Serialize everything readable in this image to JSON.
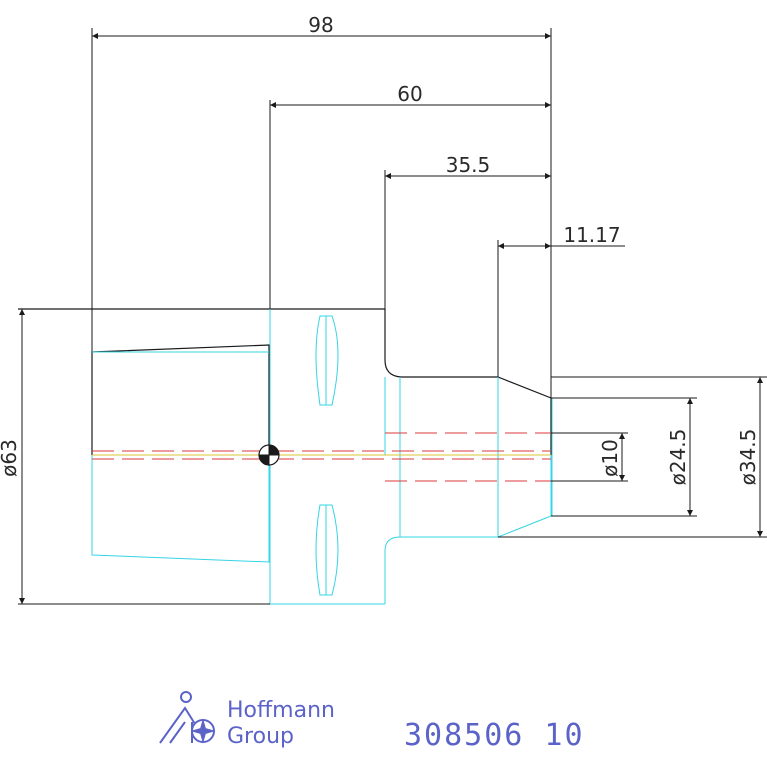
{
  "dimensions": {
    "overall_length": "98",
    "length_60": "60",
    "length_35_5": "35.5",
    "length_11_17": "11.17",
    "diameter_63": "ø63",
    "diameter_10": "ø10",
    "diameter_24_5": "ø24.5",
    "diameter_34_5": "ø34.5"
  },
  "brand": {
    "line1": "Hoffmann",
    "line2": "Group"
  },
  "part_number": "308506  10",
  "colors": {
    "outline": "#1a1a1a",
    "hidden_cyan": "#36d4e6",
    "centerline_red": "#d83a3a",
    "brand_blue": "#5b63c8"
  }
}
